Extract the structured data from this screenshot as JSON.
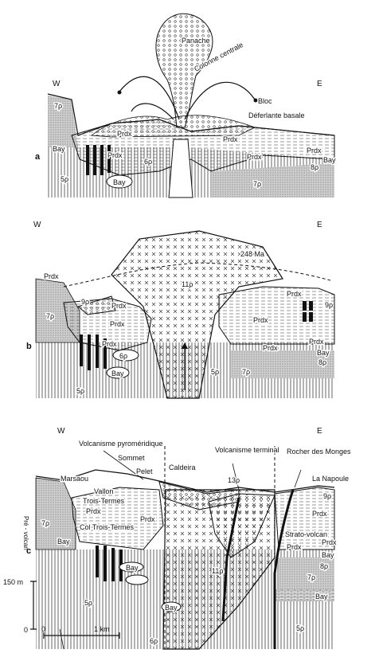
{
  "panel_a": {
    "letter": "a",
    "west": "W",
    "east": "E",
    "panache": "Panache",
    "colonne": "Colonne centrale",
    "bloc": "Bloc",
    "deferlante": "Déferlante basale",
    "prdx_1": "Prdx",
    "prdx_2": "Prdx",
    "prdx_3": "Prdx",
    "prdx_4": "Prdx",
    "prdx_5": "Prdx",
    "unit_7p_w": "7ρ",
    "unit_bay_w": "Bay",
    "unit_5p": "5ρ",
    "unit_6p": "6ρ",
    "unit_bay_c": "Bay",
    "unit_bay_e": "Bay",
    "unit_8p": "8ρ",
    "unit_7p_e": "7ρ"
  },
  "panel_b": {
    "letter": "b",
    "west": "W",
    "east": "E",
    "age": "248 Ma",
    "unit_11p": "11ρ",
    "prdx_1": "Prdx",
    "prdx_2": "Prdx",
    "prdx_3": "Prdx",
    "prdx_4": "Prdx",
    "prdx_5": "Prdx",
    "prdx_6": "Prdx",
    "prdx_7": "Prdx",
    "prdx_8": "Prdx",
    "unit_9p_w": "9ρ",
    "unit_9p_e": "9ρ",
    "unit_7p_w": "7ρ",
    "unit_7p_e": "7ρ",
    "unit_6p": "6ρ",
    "unit_bay_w": "Bay",
    "unit_bay_e": "Bay",
    "unit_5p_w": "5ρ",
    "unit_5p_e": "5ρ",
    "unit_8p": "8ρ"
  },
  "panel_c": {
    "letter": "c",
    "west": "W",
    "east": "E",
    "volcanisme_pyro": "Volcanisme pyroméridique",
    "sommet": "Sommet",
    "pelet": "Pelet",
    "marsaou": "Marsaou",
    "vallon": "Vallon",
    "trois_termes": "Trois-Termes",
    "col": "Col Trois-Termes",
    "pre_volcan": "Pré - volcan",
    "caldeira": "Caldeira",
    "volcanisme_term": "Volcanisme terminal",
    "unit_13p": "13ρ",
    "rocher": "Rocher des Monges",
    "la_napoule": "La Napoule",
    "strato": "Strato-volcan",
    "unit_11p": "11ρ",
    "unit_9p": "9ρ",
    "unit_7p_w": "7ρ",
    "unit_7p_e": "7ρ",
    "unit_5p_w": "5ρ",
    "unit_5p_e": "5ρ",
    "unit_6p": "6ρ",
    "unit_8p": "8ρ",
    "prdx_1": "Prdx",
    "prdx_2": "Prdx",
    "prdx_3": "Prdx",
    "prdx_4": "Prdx",
    "prdx_5": "Prdx",
    "bay_1": "Bay",
    "bay_2": "Bay",
    "bay_3": "Bay",
    "bay_4": "Bay",
    "bay_5": "Bay"
  },
  "scale": {
    "v_top": "150 m",
    "v_bottom": "0",
    "h_left": "0",
    "h_right": "1 km"
  }
}
